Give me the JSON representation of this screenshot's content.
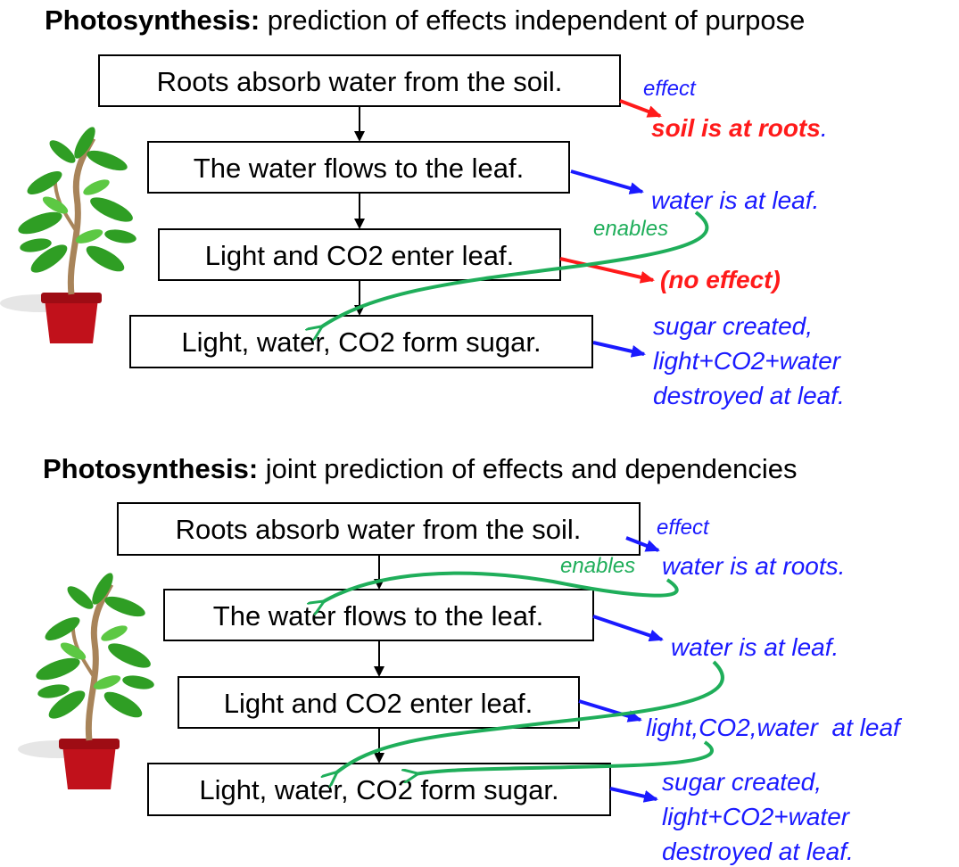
{
  "colors": {
    "effect_blue": "#1a1aff",
    "effect_red": "#ff1a1a",
    "enables_green": "#1fae5a",
    "box_border": "#000000"
  },
  "top_panel": {
    "title_bold": "Photosynthesis:",
    "title_rest": " prediction of effects independent of purpose",
    "steps": [
      "Roots absorb water from the soil.",
      "The water flows to the leaf.",
      "Light and CO2 enter leaf.",
      "Light, water, CO2 form sugar."
    ],
    "effect_label": "effect",
    "enables_label": "enables",
    "effects": [
      {
        "text": "soil is at roots",
        "suffix": "."
      },
      {
        "lines": [
          "water is at leaf."
        ]
      },
      {
        "text": "(no effect)"
      },
      {
        "lines": [
          "sugar created,",
          "light+CO2+water",
          "destroyed at leaf."
        ]
      }
    ]
  },
  "bottom_panel": {
    "title_bold": "Photosynthesis:",
    "title_rest": " joint prediction of effects and dependencies",
    "steps": [
      "Roots absorb water from the soil.",
      "The water flows to the leaf.",
      "Light and CO2 enter leaf.",
      "Light, water, CO2 form sugar."
    ],
    "effect_label": "effect",
    "enables_label": "enables",
    "effects": [
      {
        "lines": [
          "water is at roots."
        ]
      },
      {
        "lines": [
          "water is at leaf."
        ]
      },
      {
        "lines": [
          "light,CO2,water  at leaf"
        ]
      },
      {
        "lines": [
          "sugar created,",
          "light+CO2+water",
          "destroyed at leaf."
        ]
      }
    ]
  },
  "icons": [
    "potted-plant-icon",
    "potted-plant-icon"
  ]
}
